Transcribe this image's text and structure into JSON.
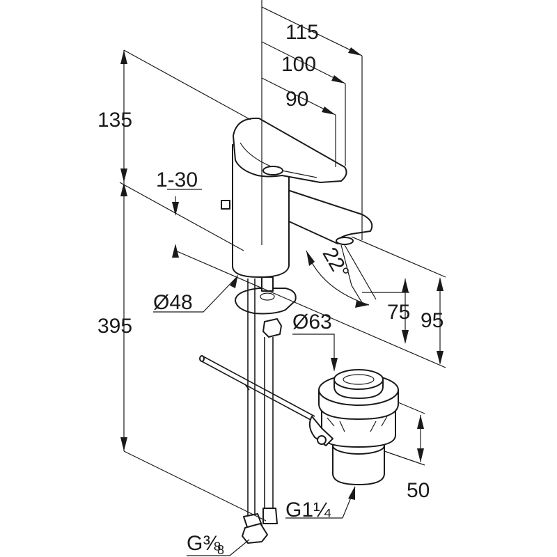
{
  "dimensions": {
    "d115": "115",
    "d100": "100",
    "d90": "90",
    "d135": "135",
    "d1_30": "1-30",
    "d395": "395",
    "dia48": "Ø48",
    "dia63": "Ø63",
    "angle22": "22°",
    "d75": "75",
    "d95": "95",
    "d50": "50",
    "g114": "G1¼",
    "g38_main": "G⅜",
    "g38_sub": "8"
  }
}
